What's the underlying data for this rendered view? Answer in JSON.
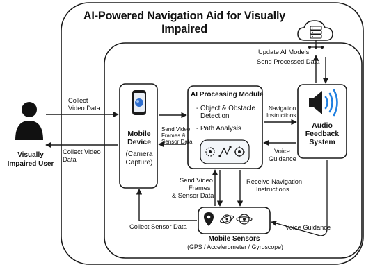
{
  "title": "AI-Powered Navigation Aid for Visually Impaired",
  "user": {
    "label_line1": "Visually",
    "label_line2": "Impaired User"
  },
  "mobile_device": {
    "line1": "Mobile",
    "line2": "Device",
    "line3": "(Camera",
    "line4": "Capture)"
  },
  "ai_module": {
    "title": "AI Processing Module",
    "bullet1_a": "- Object & Obstacle",
    "bullet1_b": "Detection",
    "bullet2": "- Path Analysis"
  },
  "audio": {
    "line1": "Audio",
    "line2": "Feedback",
    "line3": "System"
  },
  "sensors": {
    "title": "Mobile Sensors",
    "subtitle": "(GPS / Accelerometer / Gyroscope)"
  },
  "edges": {
    "collect_video_1": "Collect",
    "collect_video_2": "Video Data",
    "collect_video_back_1": "Collect Video",
    "collect_video_back_2": "Data",
    "send_frames_1": "Send Video",
    "send_frames_2": "Frames &",
    "send_frames_3": "Sensor Data",
    "nav_instr_1": "Navigation",
    "nav_instr_2": "Instructions",
    "voice_guidance_1": "Voice",
    "voice_guidance_2": "Guidance",
    "update_models": "Update AI Models",
    "send_processed": "Send Processed Data",
    "send_frames_down_1": "Send Video",
    "send_frames_down_2": "Frames",
    "send_frames_down_3": "& Sensor Data",
    "receive_nav_1": "Receive Navigation",
    "receive_nav_2": "Instructions",
    "collect_sensor": "Collect Sensor Data",
    "voice_guidance_bottom": "Voice Guidance"
  },
  "colors": {
    "line": "#1a1a1a",
    "phone_screen": "#2f6fd0",
    "speaker_blue": "#1f7fe0",
    "panel_fill": "#f3f6f9"
  },
  "icons": [
    "person-icon",
    "phone-icon",
    "cloud-server-icon",
    "speaker-icon",
    "location-pin-icon",
    "accelerometer-icon",
    "gyroscope-icon",
    "ai-vision-icon",
    "ai-route-icon",
    "ai-target-icon"
  ]
}
